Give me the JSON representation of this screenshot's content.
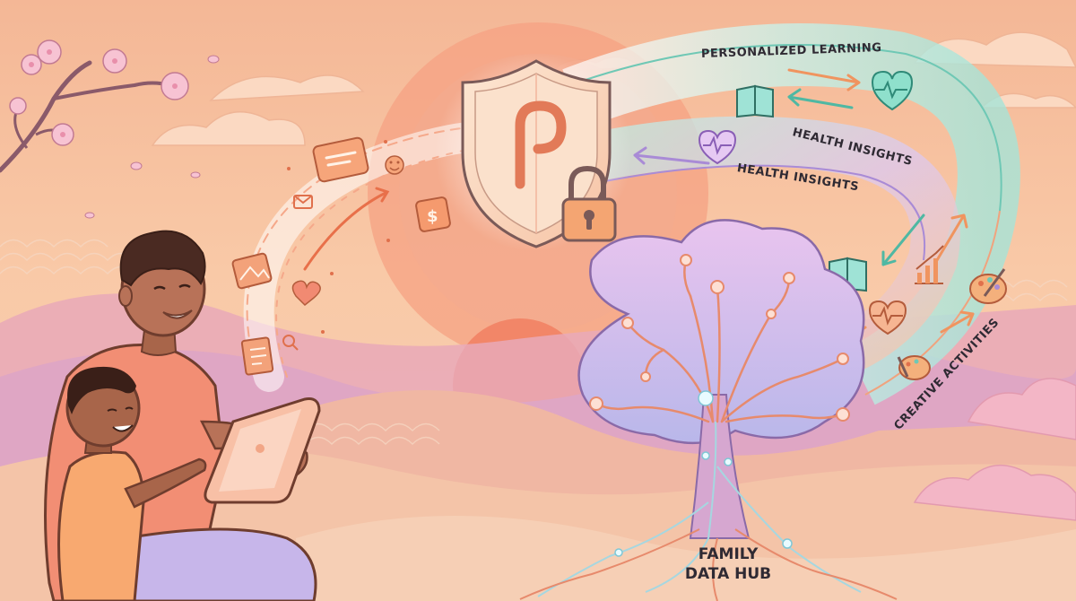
{
  "labels": {
    "personalized_learning": "PERSONALIZED LEARNING",
    "health_insights_upper": "HEALTH INSIGHTS",
    "health_insights_lower": "HEALTH INSIGHTS",
    "creative_activities": "CREATIVE ACTIVITIES"
  },
  "hub": {
    "line1": "FAMILY",
    "line2": "DATA HUB"
  },
  "shield": {
    "letter": "P"
  },
  "icons": {
    "shield": "shield-icon",
    "lock": "padlock-icon",
    "book": "book-icon",
    "heart": "heart-pulse-icon",
    "chart": "growth-chart-icon",
    "palette": "palette-icon",
    "message": "message-card-icon",
    "dollar": "dollar-icon",
    "image": "image-icon",
    "document": "document-icon"
  },
  "colors": {
    "sky": "#f7c8a8",
    "sun": "#f59b7b",
    "stream_teal": "#9fe3d6",
    "stream_lavender": "#d8c2ef",
    "tree": "#d9a6d8",
    "accent": "#f07e52",
    "ink": "#2f2a33"
  }
}
